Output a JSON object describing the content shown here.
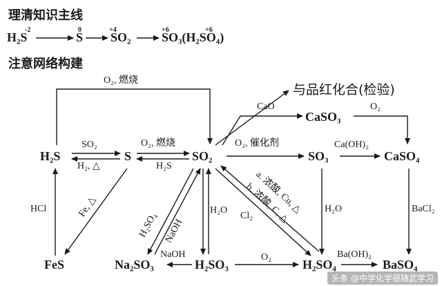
{
  "headings": {
    "main_line": "理清知识主线",
    "network": "注意网络构建"
  },
  "main_line": {
    "s1": "H₂S",
    "s2": "S",
    "s3": "SO₂",
    "s4": "SO₃(H₂SO₄)",
    "ox1": "-2",
    "ox2": "0",
    "ox3": "+4",
    "ox4a": "+6",
    "ox4b": "+6"
  },
  "nodes": {
    "h2s": "H₂S",
    "s": "S",
    "so2": "SO₂",
    "so3": "SO₃",
    "caso4": "CaSO₄",
    "fes": "FeS",
    "na2so3": "Na₂SO₃",
    "h2so3": "H₂SO₃",
    "h2so4": "H₂SO₄",
    "baso4": "BaSO₄",
    "caso3": "CaSO₃",
    "pinhong": "与品红化合(检验)"
  },
  "labels": {
    "top_o2": "O₂, 燃烧",
    "h2s_s_top": "SO₂",
    "h2s_s_bot": "H₂, △",
    "s_so2_top": "O₂, 燃烧",
    "s_so2_bot": "H₂S",
    "so2_so3_top": "O₂, 催化剂",
    "cao": "CaO",
    "caso3_o2": "O₂",
    "so3_caoh2": "Ca(OH)₂",
    "hcl": "HCl",
    "fe": "Fe, △",
    "h2so4_rot": "H₂SO₄",
    "naoh_rot": "NaOH",
    "naoh_bot": "NaOH",
    "so2_h2o": "H₂O",
    "cl2": "Cl₂",
    "conc_a": "a. 浓酸, Cu, △",
    "conc_b": "b. 浓酸, C, △",
    "so3_h2o": "H₂O",
    "bacl2": "BaCl₂",
    "baoh2": "Ba(OH)₂",
    "h2so3_o2": "O₂"
  },
  "watermark": "头条 @中学化学很随武学习"
}
